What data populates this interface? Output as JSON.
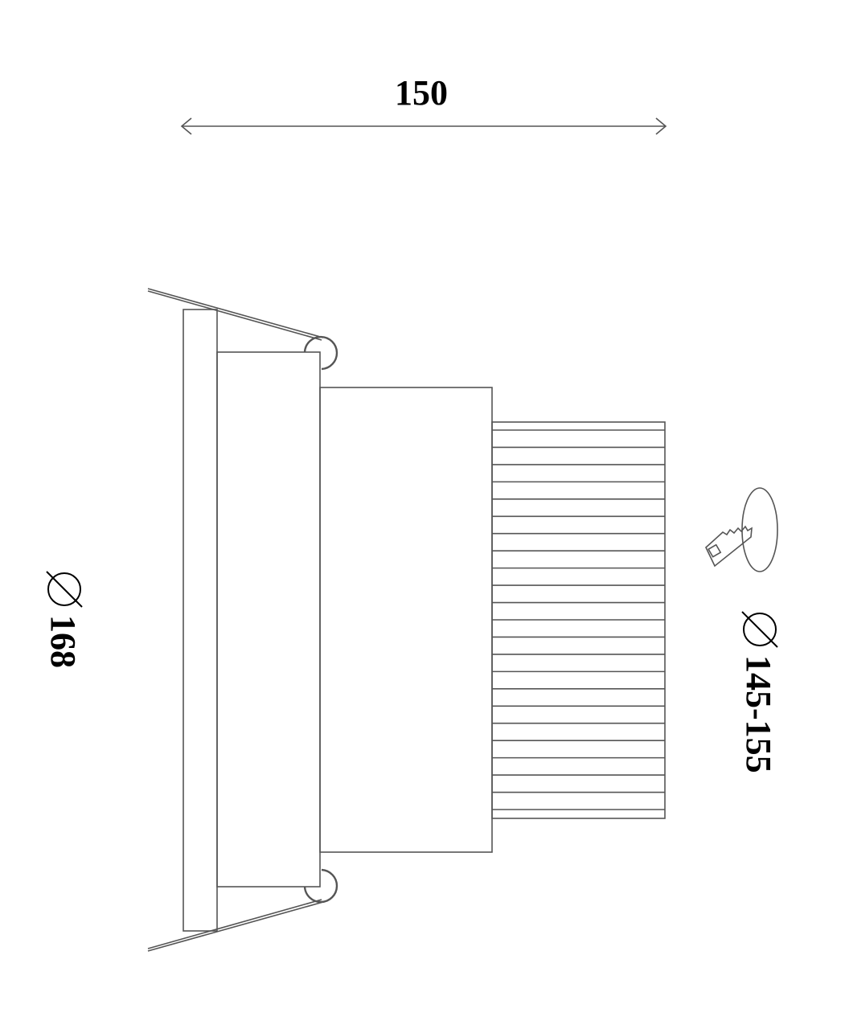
{
  "dimensions": {
    "length": "150",
    "outer_diameter": "168",
    "cutout_diameter": "145-155"
  },
  "icons": {
    "diameter_symbol": "diameter-icon",
    "cutout_symbol": "saw-cutout-icon"
  },
  "colors": {
    "line": "#555555",
    "text": "#000000"
  },
  "heatsink_fin_count": 23
}
